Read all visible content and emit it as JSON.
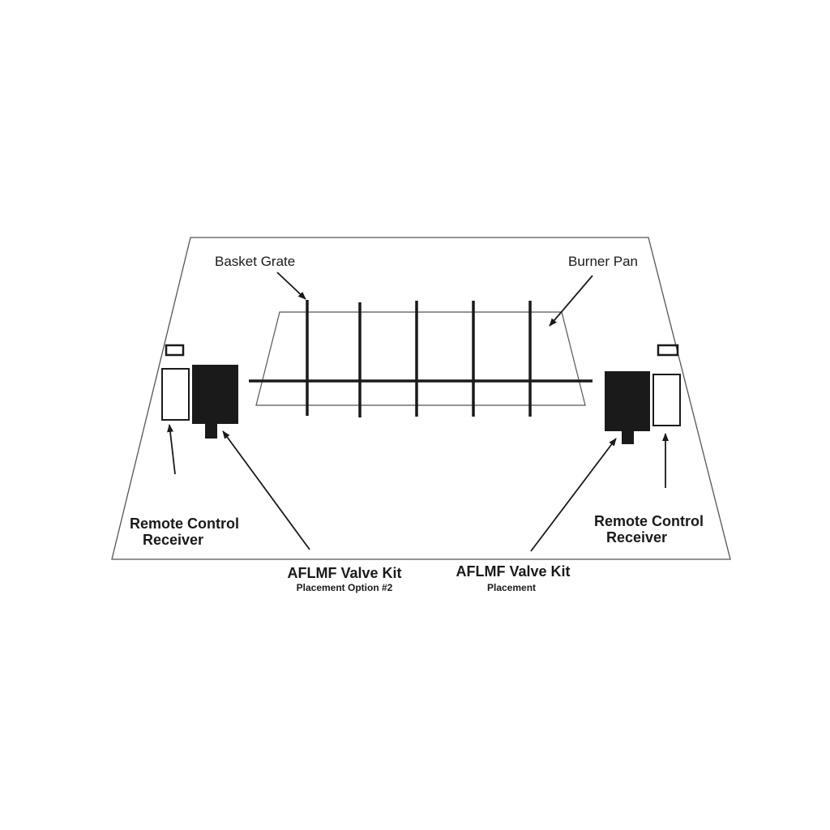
{
  "labels": {
    "basket_grate": "Basket Grate",
    "burner_pan": "Burner Pan",
    "left_receiver_line1": "Remote Control",
    "left_receiver_line2": "Receiver",
    "right_receiver_line1": "Remote Control",
    "right_receiver_line2": "Receiver",
    "left_valve_title": "AFLMF Valve Kit",
    "left_valve_sub": "Placement Option #2",
    "right_valve_title": "AFLMF Valve Kit",
    "right_valve_sub": "Placement"
  },
  "colors": {
    "line": "#1a1a1a",
    "outline": "#555555"
  }
}
